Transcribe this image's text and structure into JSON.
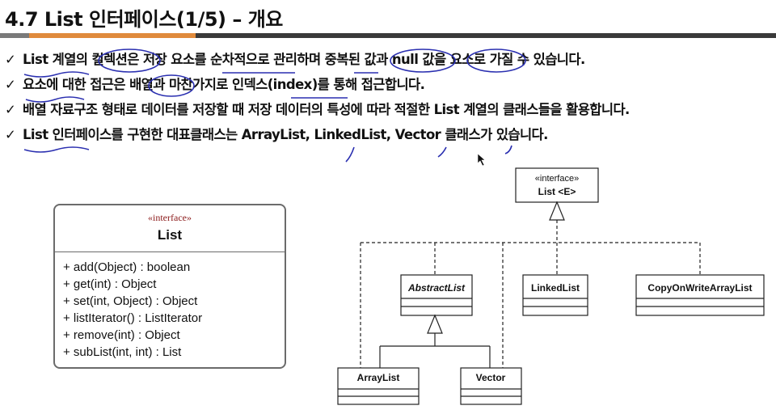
{
  "title": "4.7 List 인터페이스(1/5) – 개요",
  "bullets": [
    "List 계열의 컬렉션은 저장 요소를 순차적으로 관리하며 중복된 값과 null 값을 요소로 가질 수 있습니다.",
    "요소에 대한 접근은 배열과 마찬가지로 인덱스(index)를 통해 접근합니다.",
    "배열 자료구조 형태로 데이터를 저장할 때 저장 데이터의 특성에 따라 적절한 List 계열의 클래스들을 활용합니다.",
    "List 인터페이스를 구현한 대표클래스는 ArrayList, LinkedList, Vector 클래스가 있습니다."
  ],
  "check_glyph": "✓",
  "uml_card": {
    "stereotype": "«interface»",
    "name": "List",
    "methods": [
      "+ add(Object) : boolean",
      "+ get(int) : Object",
      "+ set(int, Object) : Object",
      "+ listIterator() : ListIterator",
      "+ remove(int) : Object",
      "+ subList(int, int) : List"
    ]
  },
  "hierarchy": {
    "root_stereotype": "«interface»",
    "root_name": "List <E>",
    "abstract_list": "AbstractList",
    "linked_list": "LinkedList",
    "copy_on_write": "CopyOnWriteArrayList",
    "array_list": "ArrayList",
    "vector": "Vector"
  },
  "colors": {
    "accent_orange": "#e08a3c",
    "bar_dark": "#3a3a3a",
    "annotation_blue": "#2a2fb0",
    "stereotype_red": "#8b1a1a"
  }
}
